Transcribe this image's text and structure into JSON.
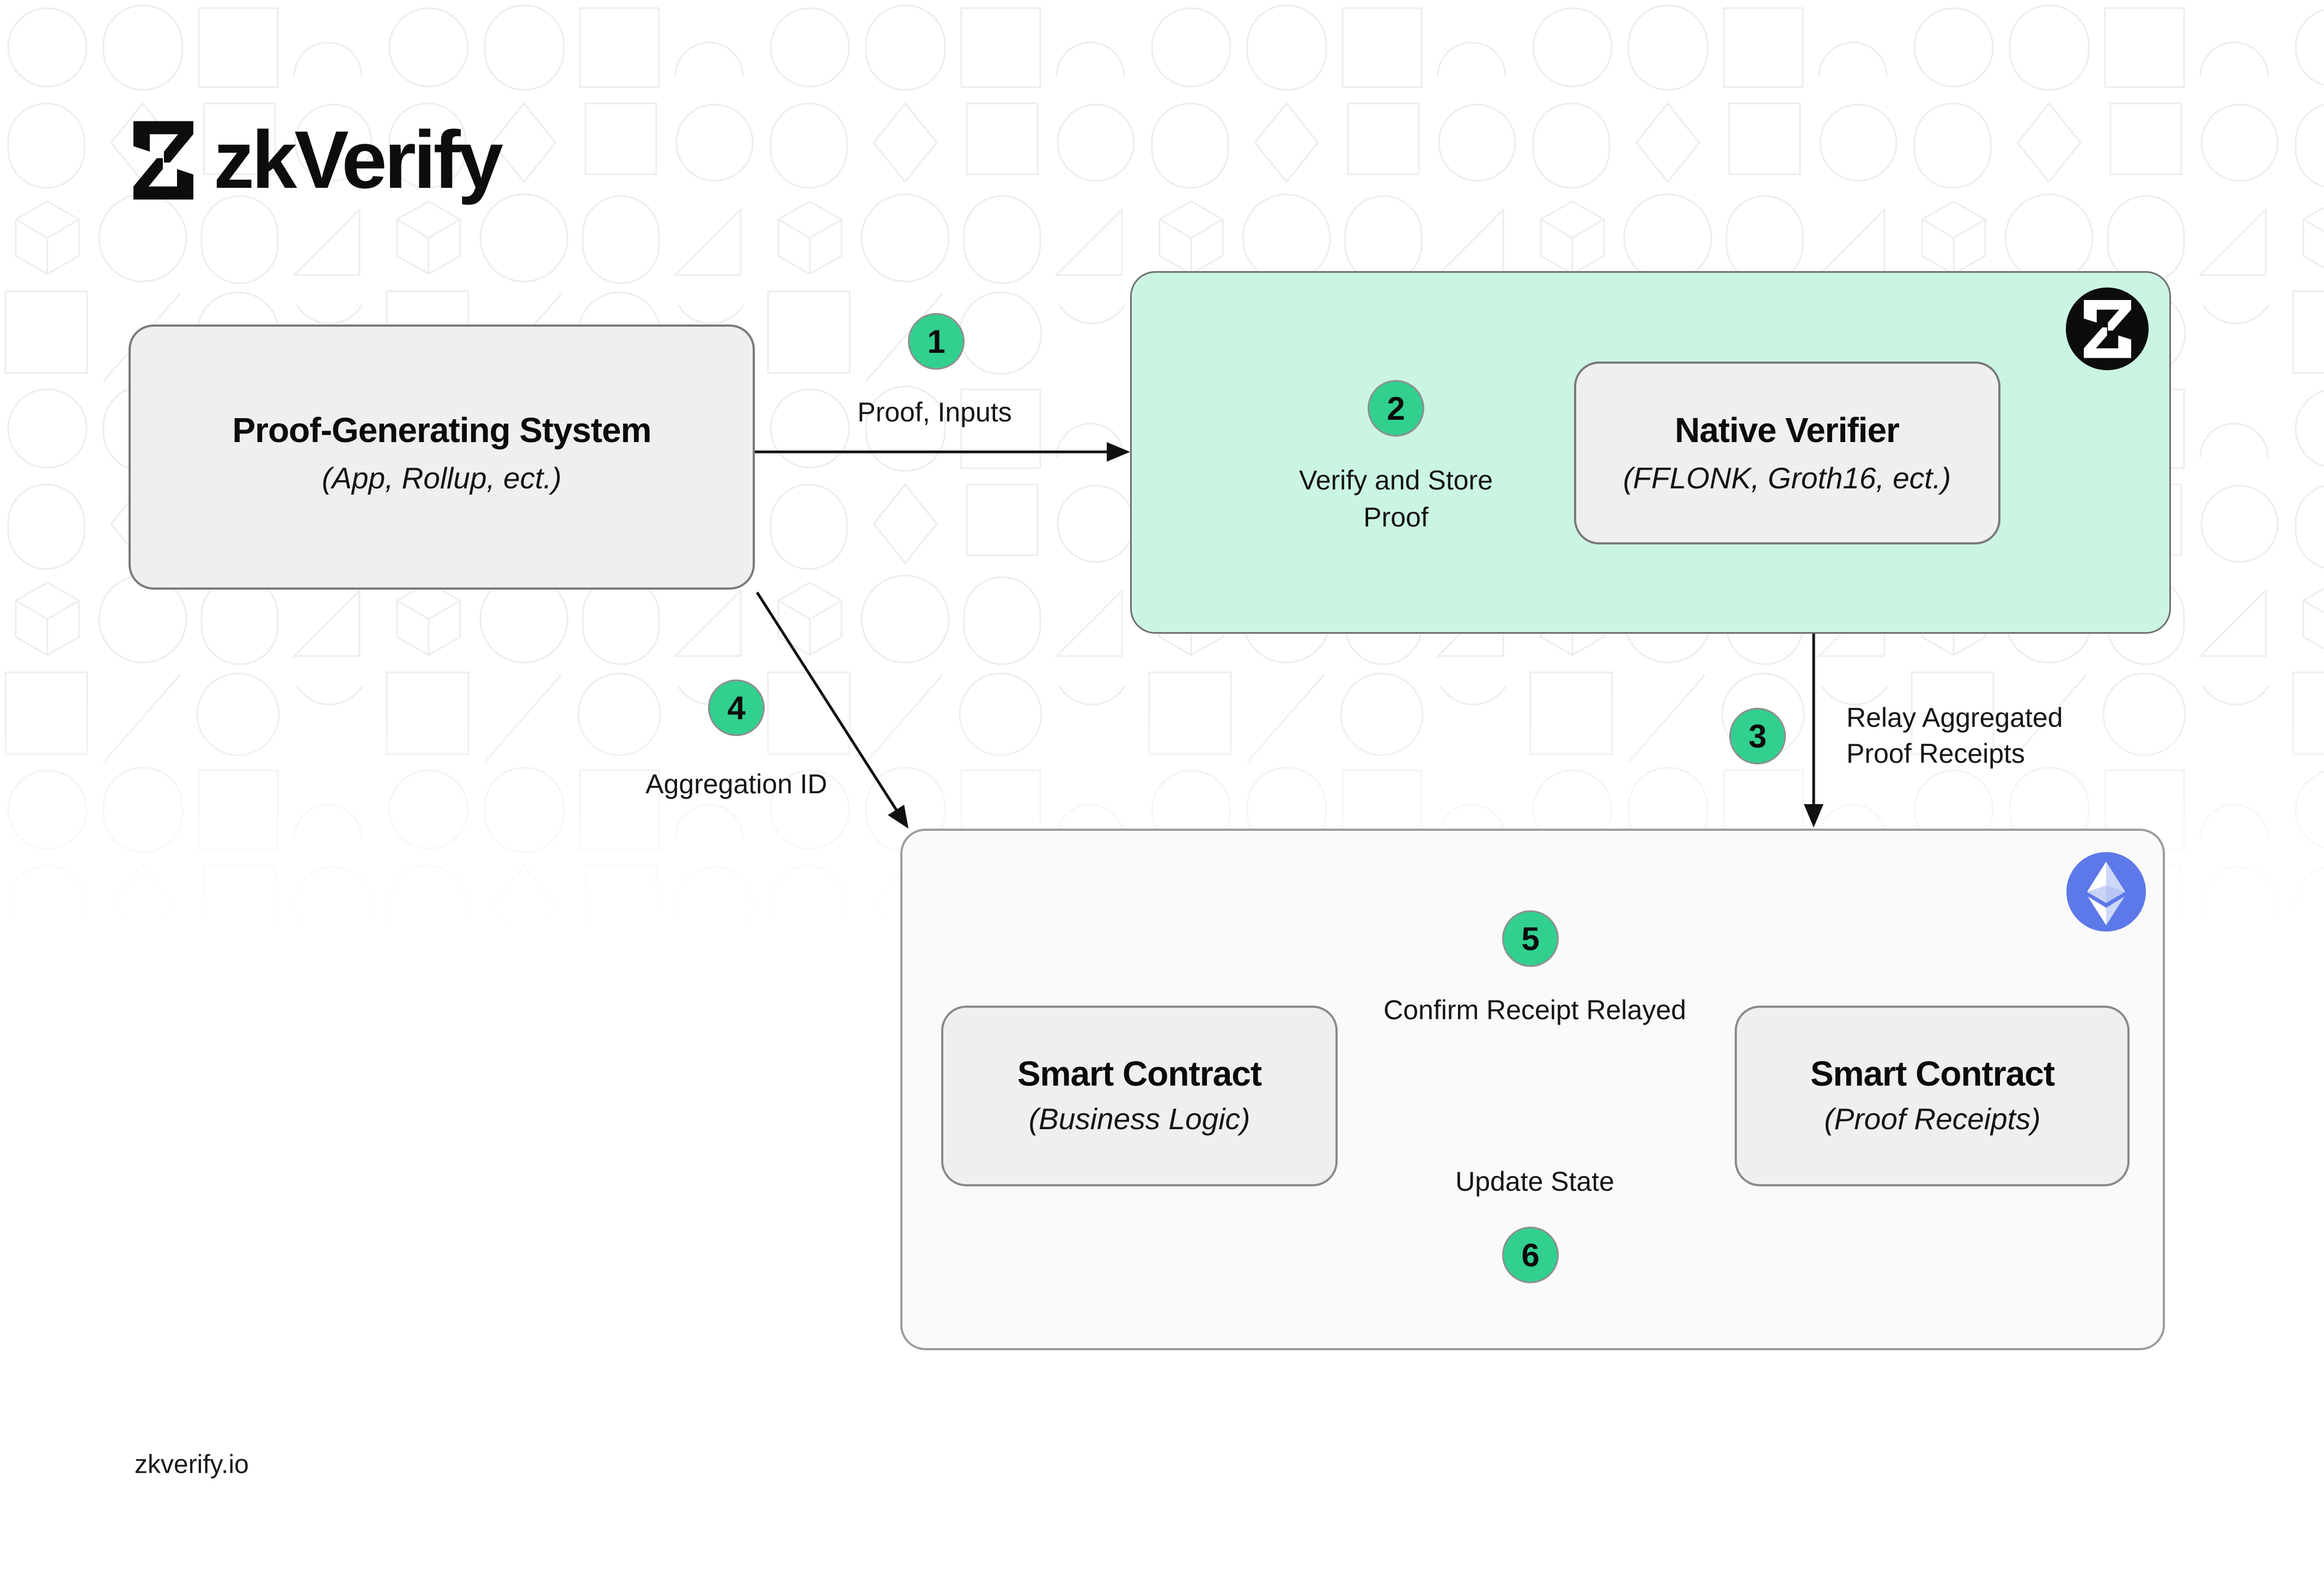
{
  "brand": {
    "wordmark": "zkVerify",
    "footer_link": "zkverify.io"
  },
  "nodes": {
    "proof_generating": {
      "title": "Proof-Generating Stystem",
      "subtitle": "(App, Rollup, ect.)"
    },
    "zkverify_chain": {
      "label_line1": "Verify and Store",
      "label_line2": "Proof"
    },
    "native_verifier": {
      "title": "Native Verifier",
      "subtitle": "(FFLONK, Groth16, ect.)"
    },
    "smart_contract_business": {
      "title": "Smart Contract",
      "subtitle": "(Business Logic)"
    },
    "smart_contract_receipts": {
      "title": "Smart Contract",
      "subtitle": "(Proof Receipts)"
    }
  },
  "steps": [
    {
      "number": "1",
      "label": "Proof, Inputs"
    },
    {
      "number": "2",
      "label": "Verify and Store Proof"
    },
    {
      "number": "3",
      "label_line1": "Relay Aggregated",
      "label_line2": "Proof Receipts"
    },
    {
      "number": "4",
      "label": "Aggregation ID"
    },
    {
      "number": "5",
      "label": "Confirm Receipt Relayed"
    },
    {
      "number": "6",
      "label": "Update State"
    }
  ],
  "icons": {
    "zkverify_logo_icon": "hourglass-z-mark",
    "zkverify_badge_icon": "hourglass-z-mark-in-black-circle",
    "ethereum_badge_icon": "ethereum-diamond-in-blue-circle"
  },
  "colors": {
    "step_marker_green": "#31d08f",
    "chain_box_mint": "#cbf5e3",
    "ethereum_blue": "#5d78e8",
    "badge_black": "#0c0c0c",
    "box_gray_fill": "#efefef",
    "outer_box_fill": "#fafafa",
    "pattern_stroke": "#ededed",
    "arrow_black": "#111111"
  }
}
